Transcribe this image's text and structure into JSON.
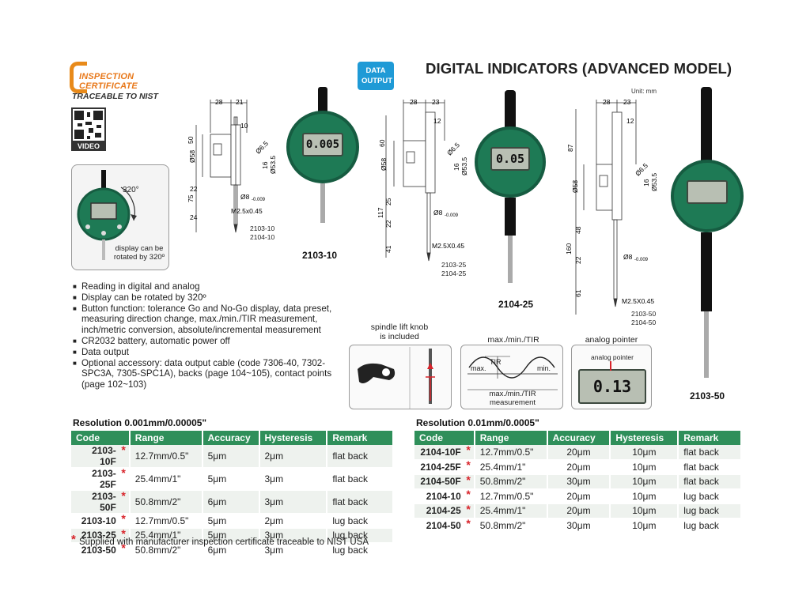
{
  "header": {
    "cert_line1": "INSPECTION",
    "cert_line2": "CERTIFICATE",
    "cert_line3": "TRACEABLE TO NIST",
    "video_label": "VIDEO",
    "data_output_badge": "DATA OUTPUT",
    "title": "DIGITAL INDICATORS (ADVANCED MODEL)",
    "unit": "Unit: mm"
  },
  "rotation_box": {
    "angle": "320°",
    "caption_line1": "display can be",
    "caption_line2": "rotated by 320º"
  },
  "drawings": [
    {
      "model": "2103-10",
      "part_lines": [
        "2103-10",
        "2104-10"
      ],
      "lcd": "0.005",
      "dims": {
        "w1": "28",
        "w2": "21",
        "h1": "50",
        "d58": "Ø58",
        "d65": "Ø6.5",
        "d535": "Ø53.5",
        "v16": "16",
        "v10": "10",
        "h75": "75",
        "h22": "22",
        "h24": "24",
        "d8": "Ø8",
        "thread": "M2.5x0.45",
        "d8tol": "0/-0.009"
      }
    },
    {
      "model": "2104-25",
      "part_lines": [
        "2103-25",
        "2104-25"
      ],
      "lcd": "0.05",
      "dims": {
        "w1": "28",
        "w2": "23",
        "h1": "60",
        "d58": "Ø58",
        "d65": "Ø6.5",
        "d535": "Ø53.5",
        "v16": "16",
        "v12": "12",
        "h117": "117",
        "h25": "25",
        "h22": "22",
        "h41": "41",
        "d8": "Ø8",
        "thread": "M2.5X0.45"
      }
    },
    {
      "model": "2103-50",
      "part_lines": [
        "2103-50",
        "2104-50"
      ],
      "lcd": "",
      "dims": {
        "w1": "28",
        "w2": "23",
        "h1": "87",
        "d58": "Ø58",
        "d65": "Ø6.5",
        "d535": "Ø53.5",
        "v16": "16",
        "v12": "12",
        "h160": "160",
        "h48": "48",
        "h22": "22",
        "h61": "61",
        "d8": "Ø8",
        "thread": "M2.5X0.45"
      }
    }
  ],
  "features": [
    "Reading in digital and analog",
    "Display can be rotated by 320º",
    "Button function: tolerance Go and No-Go display, data preset, measuring direction change, max./min./TIR measurement, inch/metric conversion, absolute/incremental measurement",
    "CR2032 battery, automatic power off",
    "Data output",
    "Optional accessory: data output cable (code 7306-40, 7302-SPC3A, 7305-SPC1A), backs (page 104~105), contact points (page 102~103)"
  ],
  "mini_boxes": {
    "spindle_caption_1": "spindle lift knob",
    "spindle_caption_2": "is included",
    "tir_caption": "max./min./TIR",
    "tir_max": "max.",
    "tir_tir": "TIR",
    "tir_min": "min.",
    "tir_bottom_1": "max./min./TIR",
    "tir_bottom_2": "measurement",
    "analog_caption": "analog pointer",
    "analog_inner": "analog pointer",
    "analog_lcd": "0.13"
  },
  "table_left": {
    "title": "Resolution 0.001mm/0.00005\"",
    "headers": [
      "Code",
      "Range",
      "Accuracy",
      "Hysteresis",
      "Remark"
    ],
    "rows": [
      [
        "2103-10F",
        "12.7mm/0.5\"",
        "5μm",
        "2μm",
        "flat back"
      ],
      [
        "2103-25F",
        "25.4mm/1\"",
        "5μm",
        "3μm",
        "flat back"
      ],
      [
        "2103-50F",
        "50.8mm/2\"",
        "6μm",
        "3μm",
        "flat back"
      ],
      [
        "2103-10",
        "12.7mm/0.5\"",
        "5μm",
        "2μm",
        "lug back"
      ],
      [
        "2103-25",
        "25.4mm/1\"",
        "5μm",
        "3μm",
        "lug back"
      ],
      [
        "2103-50",
        "50.8mm/2\"",
        "6μm",
        "3μm",
        "lug back"
      ]
    ]
  },
  "table_right": {
    "title": "Resolution 0.01mm/0.0005\"",
    "headers": [
      "Code",
      "Range",
      "Accuracy",
      "Hysteresis",
      "Remark"
    ],
    "rows": [
      [
        "2104-10F",
        "12.7mm/0.5\"",
        "20μm",
        "10μm",
        "flat back"
      ],
      [
        "2104-25F",
        "25.4mm/1\"",
        "20μm",
        "10μm",
        "flat back"
      ],
      [
        "2104-50F",
        "50.8mm/2\"",
        "30μm",
        "10μm",
        "flat back"
      ],
      [
        "2104-10",
        "12.7mm/0.5\"",
        "20μm",
        "10μm",
        "lug back"
      ],
      [
        "2104-25",
        "25.4mm/1\"",
        "20μm",
        "10μm",
        "lug back"
      ],
      [
        "2104-50",
        "50.8mm/2\"",
        "30μm",
        "10μm",
        "lug back"
      ]
    ]
  },
  "footnote": "Supplied with manufacturer inspection certificate traceable to NIST USA",
  "colors": {
    "table_header": "#2f8f5a",
    "star": "#d8232a",
    "badge": "#1f9ad6",
    "cert_orange": "#e8781a",
    "gauge_green": "#1e7a55"
  }
}
